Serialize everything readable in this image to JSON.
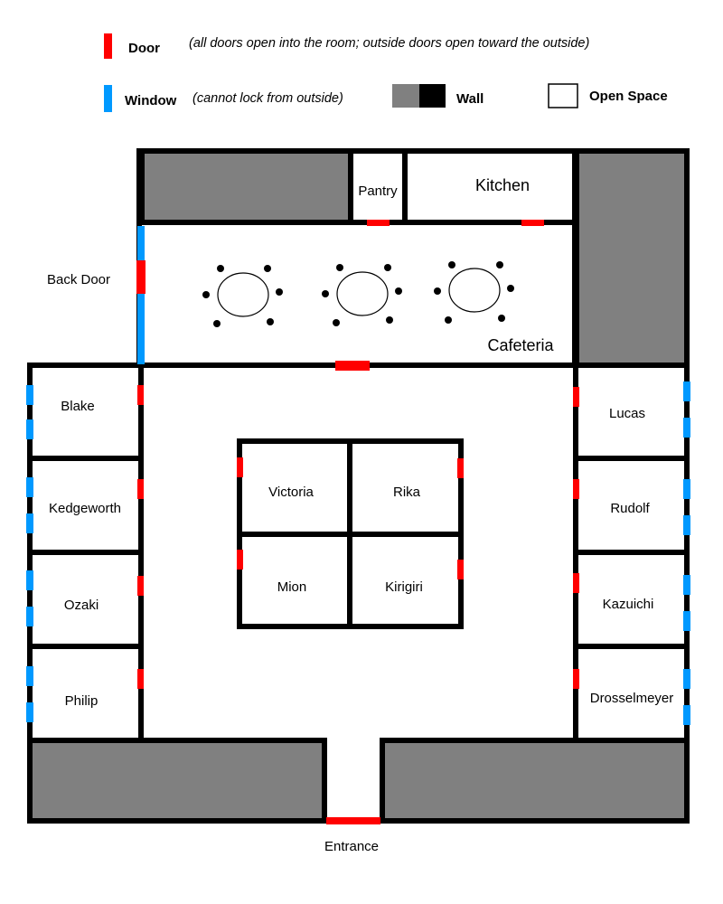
{
  "legend": {
    "door_label": "Door",
    "door_note": "(all doors open into the room; outside doors open toward the outside)",
    "window_label": "Window",
    "window_note": "(cannot lock from outside)",
    "wall_label": "Wall",
    "open_label": "Open Space"
  },
  "rooms": {
    "pantry": "Pantry",
    "kitchen": "Kitchen",
    "cafeteria": "Cafeteria",
    "back_door": "Back Door",
    "blake": "Blake",
    "kedgeworth": "Kedgeworth",
    "ozaki": "Ozaki",
    "philip": "Philip",
    "lucas": "Lucas",
    "rudolf": "Rudolf",
    "kazuichi": "Kazuichi",
    "drosselmeyer": "Drosselmeyer",
    "victoria": "Victoria",
    "rika": "Rika",
    "mion": "Mion",
    "kirigiri": "Kirigiri",
    "entrance": "Entrance"
  },
  "colors": {
    "door": "#ff0000",
    "window": "#0099ff",
    "wall_black": "#000000",
    "wall_gray": "#808080",
    "open_space": "#ffffff"
  }
}
